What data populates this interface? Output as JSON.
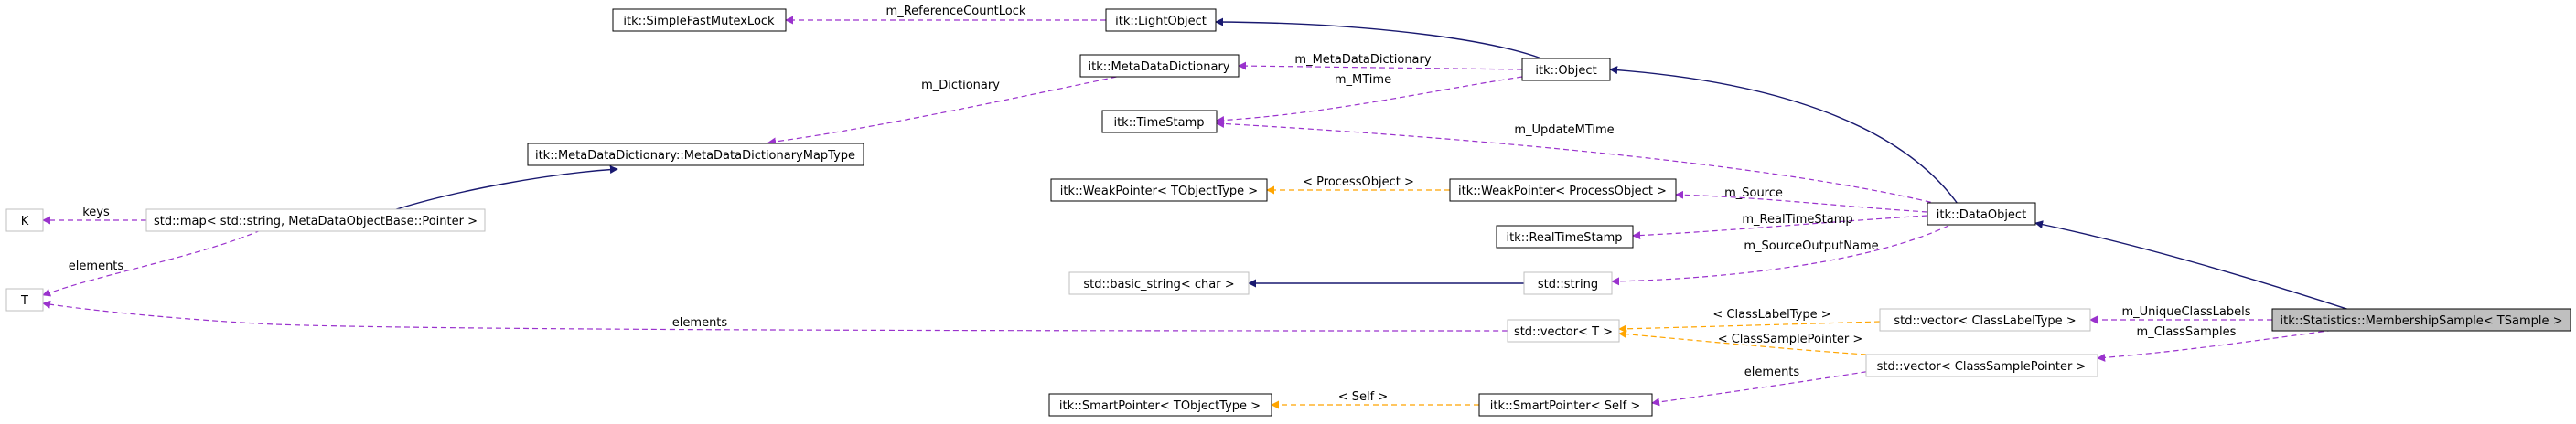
{
  "colors": {
    "inherit": "#191970",
    "usage": "#9a32cd",
    "template": "#ffa500",
    "node_border_solid": "#000000",
    "node_border_muted": "#bfbfbf",
    "node_fill": "#ffffff",
    "focus_fill": "#bfbfbf"
  },
  "nodes": {
    "simple_fast_mutex_lock": "itk::SimpleFastMutexLock",
    "light_object": "itk::LightObject",
    "meta_data_dictionary": "itk::MetaDataDictionary",
    "object": "itk::Object",
    "time_stamp": "itk::TimeStamp",
    "map_type": "itk::MetaDataDictionary::MetaDataDictionaryMapType",
    "weak_pointer_t": "itk::WeakPointer< TObjectType >",
    "weak_pointer_process": "itk::WeakPointer< ProcessObject >",
    "k": "K",
    "std_map": "std::map< std::string, MetaDataObjectBase::Pointer >",
    "data_object": "itk::DataObject",
    "real_time_stamp": "itk::RealTimeStamp",
    "t": "T",
    "basic_string": "std::basic_string< char >",
    "std_string": "std::string",
    "std_vector_class_label": "std::vector< ClassLabelType >",
    "membership_sample": "itk::Statistics::MembershipSample< TSample >",
    "std_vector_t": "std::vector< T >",
    "std_vector_class_sample": "std::vector< ClassSamplePointer >",
    "smart_pointer_t": "itk::SmartPointer< TObjectType >",
    "smart_pointer_self": "itk::SmartPointer< Self >"
  },
  "edges": {
    "m_reference_count_lock": "m_ReferenceCountLock",
    "m_meta_data_dictionary": "m_MetaDataDictionary",
    "m_mtime": "m_MTime",
    "m_dictionary": "m_Dictionary",
    "m_update_mtime": "m_UpdateMTime",
    "process_object": "< ProcessObject >",
    "m_source": "m_Source",
    "m_real_time_stamp": "m_RealTimeStamp",
    "m_source_output_name": "m_SourceOutputName",
    "keys": "keys",
    "elements_map_t": "elements",
    "elements_vector_t": "elements",
    "class_label_type": "< ClassLabelType >",
    "class_sample_pointer": "< ClassSamplePointer >",
    "m_unique_class_labels": "m_UniqueClassLabels",
    "m_class_samples": "m_ClassSamples",
    "elements_smart_self": "elements",
    "self": "< Self >"
  }
}
